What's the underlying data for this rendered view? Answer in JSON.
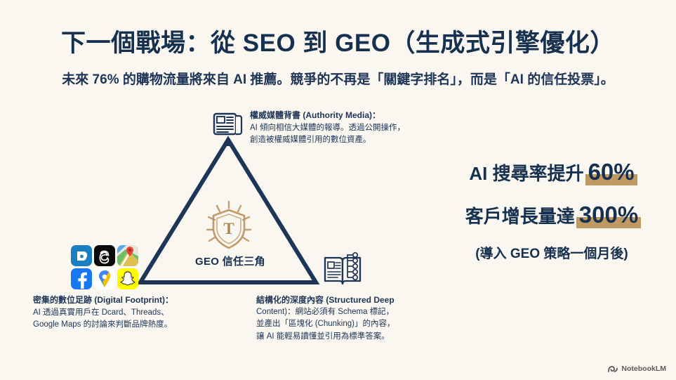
{
  "header": {
    "title": "下一個戰場：從 SEO 到 GEO（生成式引擎優化）",
    "subtitle": "未來 76% 的購物流量將來自 AI 推薦。競爭的不再是「關鍵字排名」，而是「AI 的信任投票」。"
  },
  "diagram": {
    "center_label": "GEO 信任三角",
    "shield_letter": "T",
    "nodes": {
      "authority": {
        "icon": "newspaper-icon",
        "heading": "權威媒體背書 (Authority Media)：",
        "line1": "AI 傾向相信大媒體的報導。透過公開操作，",
        "line2": "創造被權威媒體引用的數位資產。"
      },
      "footprint": {
        "heading": "密集的數位足跡 (Digital Footprint)：",
        "line1": "AI 透過真實用戶在 Dcard、Threads、",
        "line2": "Google Maps 的討論來判斷品牌熱度。",
        "apps": [
          "dcard-icon",
          "threads-icon",
          "google-maps-icon",
          "facebook-icon",
          "google-maps-pin-icon",
          "snapchat-icon"
        ]
      },
      "structured": {
        "icon": "open-book-icon",
        "line1": "結構化的深度內容 (Structured Deep",
        "line2": "Content)：網站必須有 Schema 標記，",
        "line3": "並產出「區塊化 (Chunking)」的內容，",
        "line4": "讓 AI 能輕易讀懂並引用為標準答案。"
      }
    }
  },
  "stats": {
    "row1_label": "AI 搜尋率提升",
    "row1_value": "60%",
    "row2_label": "客戶增長量達",
    "row2_value": "300%",
    "note": "(導入 GEO 策略一個月後)"
  },
  "watermark": {
    "label": "NotebookLM"
  },
  "colors": {
    "background": "#faf6f0",
    "navy": "#1d3557",
    "navy_dark": "#16304f",
    "highlight_tan": "#be9a62",
    "shield_gold": "#c09a6b"
  }
}
